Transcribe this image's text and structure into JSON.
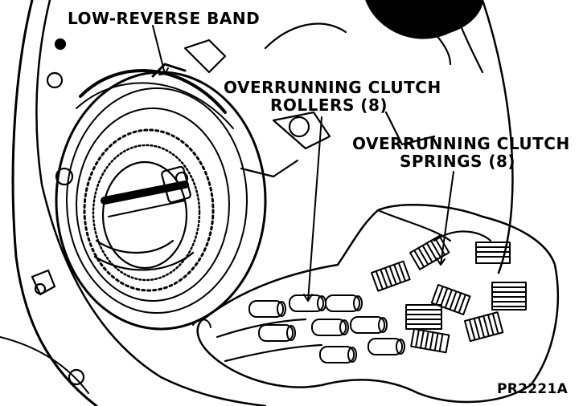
{
  "labels": {
    "low_reverse_band": "LOW-REVERSE BAND",
    "rollers_line1": "OVERRUNNING CLUTCH",
    "rollers_line2": "ROLLERS (8)",
    "springs_line1": "OVERRUNNING CLUTCH",
    "springs_line2": "SPRINGS (8)"
  },
  "figure_id": "PR2221A",
  "colors": {
    "ink": "#000000",
    "paper": "#ffffff"
  },
  "parts": {
    "rollers_count": 8,
    "springs_count": 8
  }
}
